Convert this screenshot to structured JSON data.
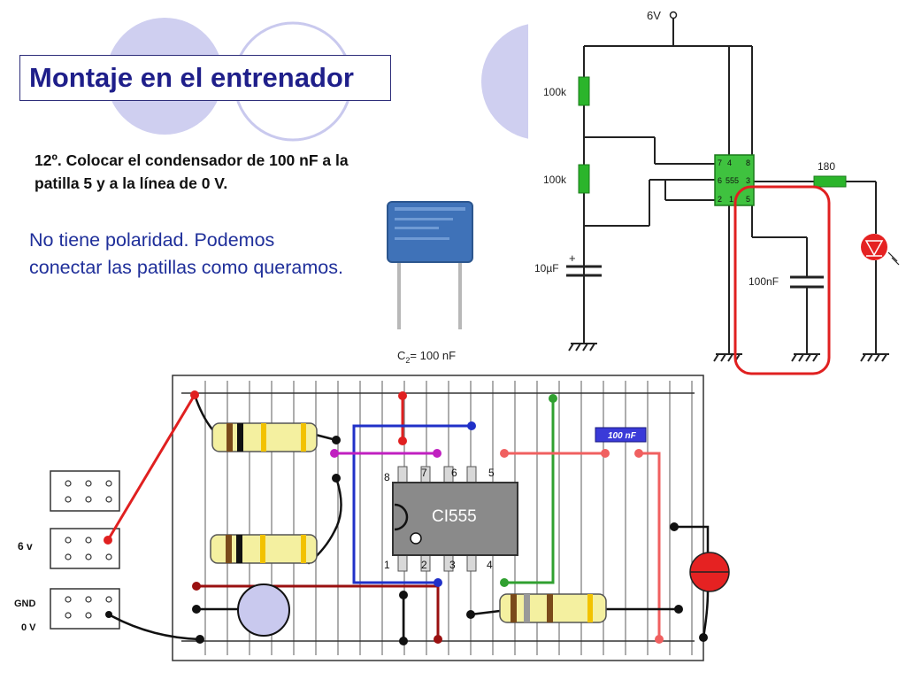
{
  "slide": {
    "title": "Montaje en el entrenador",
    "step_line1": "12º. Colocar el condensador de 100 nF a la",
    "step_line2": "patilla 5  y a la línea de 0 V.",
    "note": "No tiene polaridad. Podemos conectar las patillas como queramos.",
    "capacitor_caption_prefix": "C",
    "capacitor_caption_sub": "2",
    "capacitor_caption_suffix": "= 100 nF"
  },
  "schematic": {
    "supply": "6V",
    "r1": "100k",
    "r2": "100k",
    "c1": "10µF",
    "c1_polarity": "+",
    "c2": "100nF",
    "r3": "180",
    "ic_pins_left": [
      "7",
      "6",
      "2"
    ],
    "ic_pins_left2": [
      "4",
      "555",
      "1"
    ],
    "ic_pins_right": [
      "8",
      "3",
      "5"
    ]
  },
  "board": {
    "ic_label": "CI555",
    "pins_top": [
      "8",
      "7",
      "6",
      "5"
    ],
    "pins_bottom": [
      "1",
      "2",
      "3",
      "4"
    ],
    "cap_label": "100 nF",
    "supply_label": "6 v",
    "gnd_label": "GND",
    "zero_label": "0 V"
  },
  "colors": {
    "title": "#1f1f8a",
    "note": "#1f2f9a",
    "resistor_green": "#2bb52b",
    "highlight_red": "#e02020",
    "wire_red": "#e02020",
    "wire_blue": "#2030c8",
    "wire_magenta": "#c020c0",
    "wire_green": "#30a030",
    "wire_salmon": "#f06060",
    "wire_darkred": "#9a1010",
    "ic_gray": "#8a8a8a",
    "bubble": "#c9c9ee"
  }
}
